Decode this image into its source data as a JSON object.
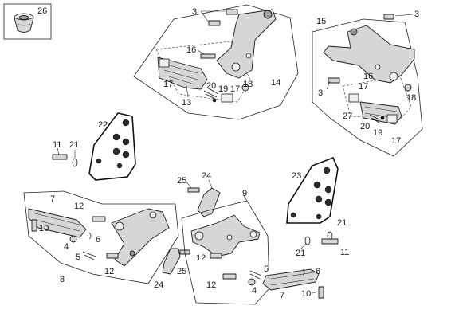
{
  "diagram": {
    "callouts": {
      "c26": "26",
      "c3a": "3",
      "c16a": "16",
      "c17a": "17",
      "c13": "13",
      "c20a": "20",
      "c19a": "19",
      "c17b": "17",
      "c18a": "18",
      "c14": "14",
      "c15": "15",
      "c3b": "3",
      "c3c": "3",
      "c16b": "16",
      "c17c": "17",
      "c18b": "18",
      "c27": "27",
      "c20b": "20",
      "c19b": "19",
      "c17d": "17",
      "c22": "22",
      "c11a": "11",
      "c21a": "21",
      "c25a": "25",
      "c24a": "24",
      "c9": "9",
      "c23": "23",
      "c21b": "21",
      "c21c": "21",
      "c11b": "11",
      "c7a": "7",
      "c10a": "10",
      "c12a": "12",
      "c6a": "6",
      "c4a": "4",
      "c5a": "5",
      "c12b": "12",
      "c8": "8",
      "c24b": "24",
      "c25b": "25",
      "c12c": "12",
      "c5b": "5",
      "c6b": "6",
      "c12d": "12",
      "c4b": "4",
      "c7b": "7",
      "c10b": "10"
    }
  }
}
